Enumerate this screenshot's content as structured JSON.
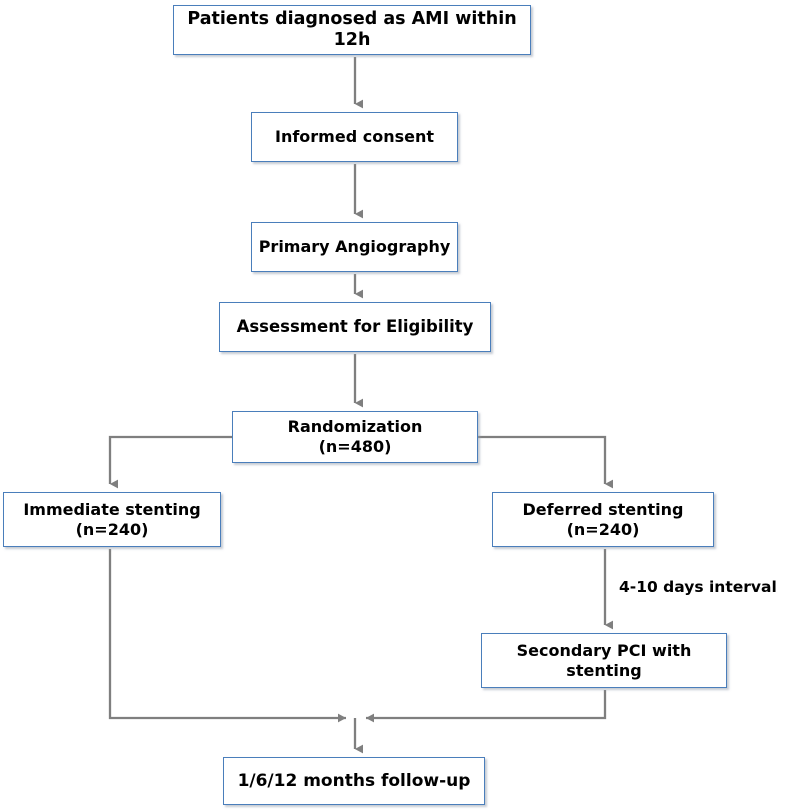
{
  "diagram": {
    "type": "flowchart",
    "title": "AMI stenting trial flow diagram",
    "colors": {
      "box_border": "#4a7ebb",
      "box_fill": "#ffffff",
      "connector": "#7f7f7f",
      "text": "#000000"
    },
    "nodes": [
      {
        "id": "diagnosis",
        "label": "Patients diagnosed as AMI within 12h"
      },
      {
        "id": "consent",
        "label": "Informed consent"
      },
      {
        "id": "angiography",
        "label": "Primary Angiography"
      },
      {
        "id": "eligibility",
        "label": "Assessment for Eligibility"
      },
      {
        "id": "randomization",
        "label": "Randomization\n(n=480)"
      },
      {
        "id": "immediate",
        "label": "Immediate stenting\n(n=240)"
      },
      {
        "id": "deferred",
        "label": "Deferred stenting\n(n=240)"
      },
      {
        "id": "secondary_pci",
        "label": "Secondary PCI with\nstenting"
      },
      {
        "id": "followup",
        "label": "1/6/12 months follow-up"
      }
    ],
    "edge_labels": [
      {
        "id": "interval",
        "label": "4-10 days interval"
      }
    ]
  }
}
